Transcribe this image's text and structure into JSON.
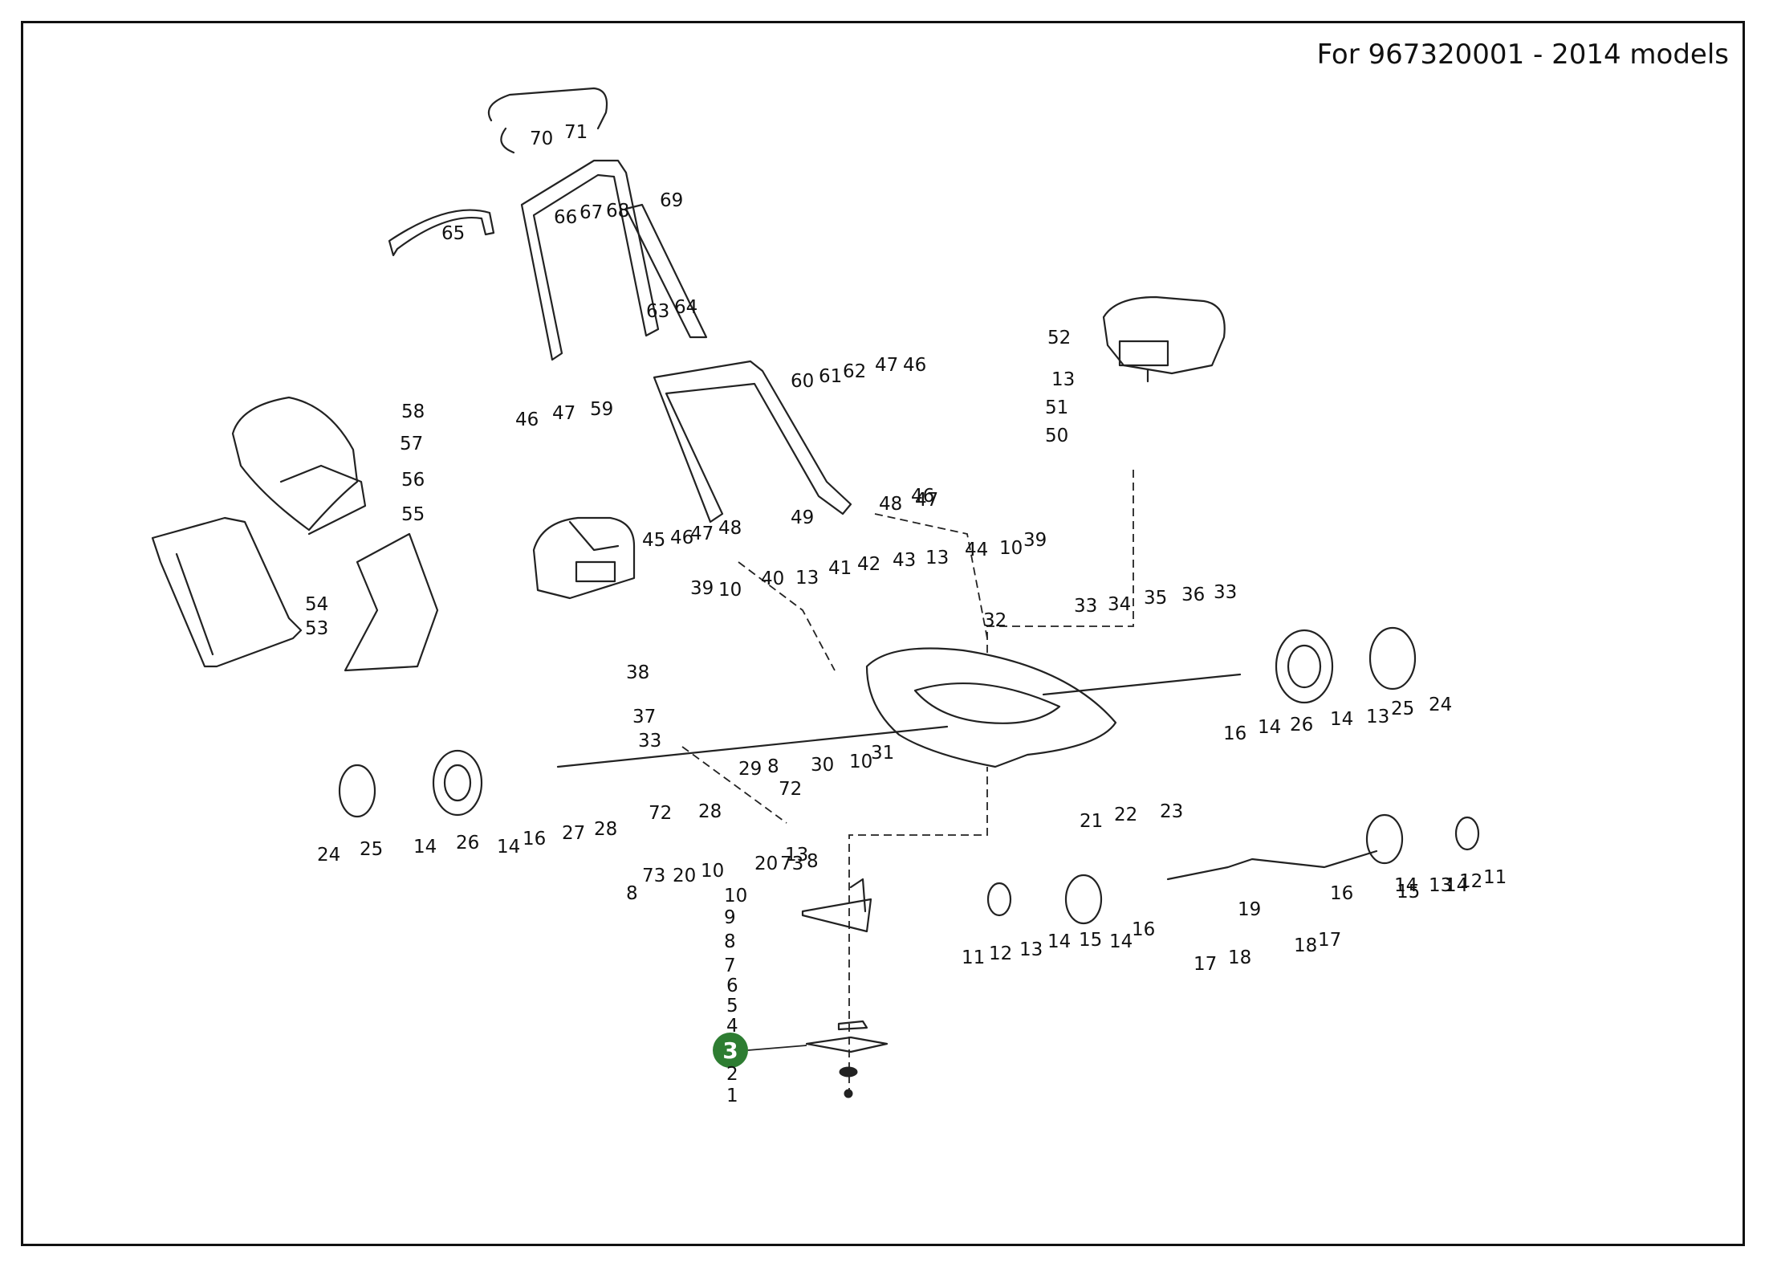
{
  "title": "For 967320001 - 2014 models",
  "highlight": {
    "label": "3",
    "color": "#2e7d32"
  },
  "callouts": [
    "1",
    "2",
    "4",
    "5",
    "6",
    "7",
    "8",
    "9",
    "10",
    "11",
    "12",
    "13",
    "14",
    "15",
    "16",
    "17",
    "18",
    "19",
    "20",
    "21",
    "22",
    "23",
    "24",
    "25",
    "26",
    "27",
    "28",
    "29",
    "30",
    "31",
    "32",
    "33",
    "34",
    "35",
    "36",
    "37",
    "38",
    "39",
    "40",
    "41",
    "42",
    "43",
    "44",
    "45",
    "46",
    "47",
    "48",
    "49",
    "50",
    "51",
    "52",
    "53",
    "54",
    "55",
    "56",
    "57",
    "58",
    "59",
    "60",
    "61",
    "62",
    "63",
    "64",
    "65",
    "66",
    "67",
    "68",
    "69",
    "70",
    "71",
    "72",
    "73"
  ]
}
